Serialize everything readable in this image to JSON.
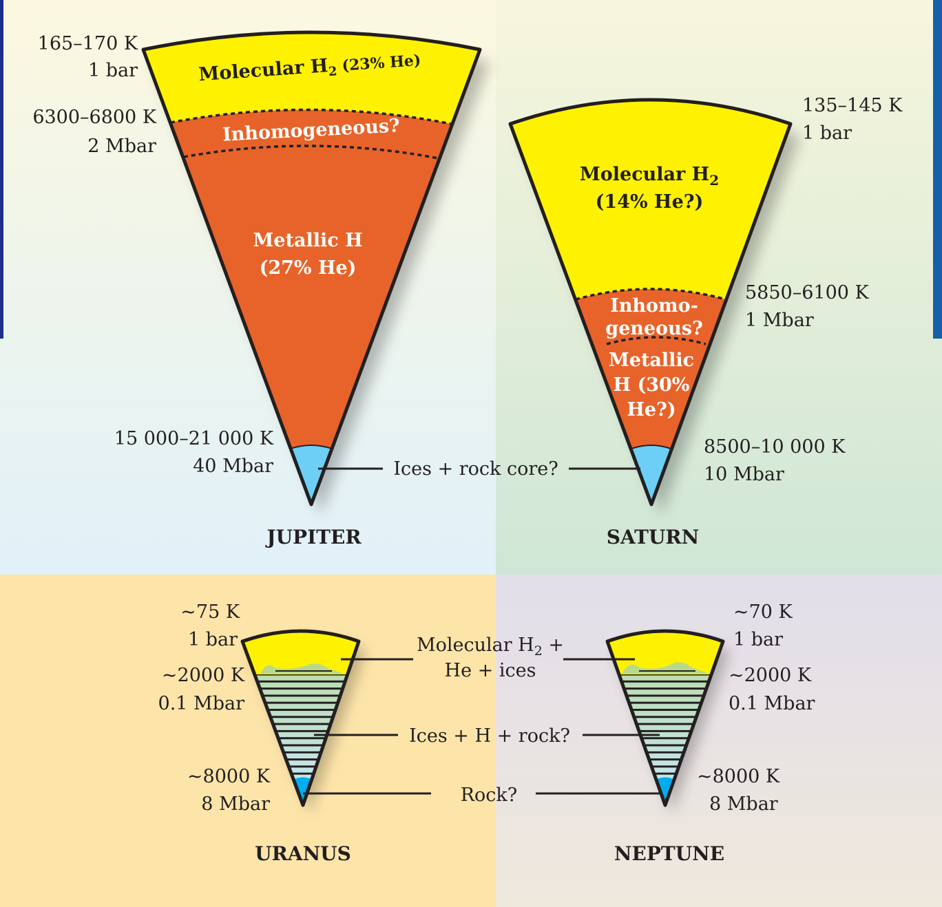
{
  "jupiter": {
    "name": "JUPITER",
    "top_temp": "165–170 K",
    "top_pressure": "1 bar",
    "mid_temp": "6300–6800 K",
    "mid_pressure": "2 Mbar",
    "core_temp": "15 000–21 000 K",
    "core_pressure": "40 Mbar",
    "layer1": "Molecular H",
    "layer1_sub": "2",
    "layer1_tail": " (23% He)",
    "layer2": "Inhomogeneous?",
    "layer3_a": "Metallic H",
    "layer3_b": "(27% He)"
  },
  "saturn": {
    "name": "SATURN",
    "top_temp": "135–145 K",
    "top_pressure": "1 bar",
    "mid_temp": "5850–6100 K",
    "mid_pressure": "1 Mbar",
    "core_temp": "8500–10 000 K",
    "core_pressure": "10 Mbar",
    "layer1_a": "Molecular H",
    "layer1_sub": "2",
    "layer1_b": "(14% He?)",
    "layer2_a": "Inhomo-",
    "layer2_b": "geneous?",
    "layer3_a": "Metallic",
    "layer3_b": "H (30%",
    "layer3_c": "He?)"
  },
  "shared": {
    "core_label": "Ices + rock core?",
    "ice_giant_layer1_a": "Molecular H",
    "ice_giant_layer1_sub": "2",
    "ice_giant_layer1_tail": " +",
    "ice_giant_layer1_b": "He + ices",
    "ice_giant_layer2": "Ices + H + rock?",
    "ice_giant_core": "Rock?"
  },
  "uranus": {
    "name": "URANUS",
    "top_temp": "~75 K",
    "top_pressure": "1 bar",
    "mid_temp": "~2000 K",
    "mid_pressure": "0.1 Mbar",
    "core_temp": "~8000 K",
    "core_pressure": "8 Mbar"
  },
  "neptune": {
    "name": "NEPTUNE",
    "top_temp": "~70 K",
    "top_pressure": "1 bar",
    "mid_temp": "~2000 K",
    "mid_pressure": "0.1 Mbar",
    "core_temp": "~8000 K",
    "core_pressure": "8 Mbar"
  },
  "colors": {
    "yellow": "#fff200",
    "orange": "#e8632a",
    "core": "#6dcff6",
    "rock": "#00aeef",
    "edge_blue": "#1f2e8a"
  }
}
